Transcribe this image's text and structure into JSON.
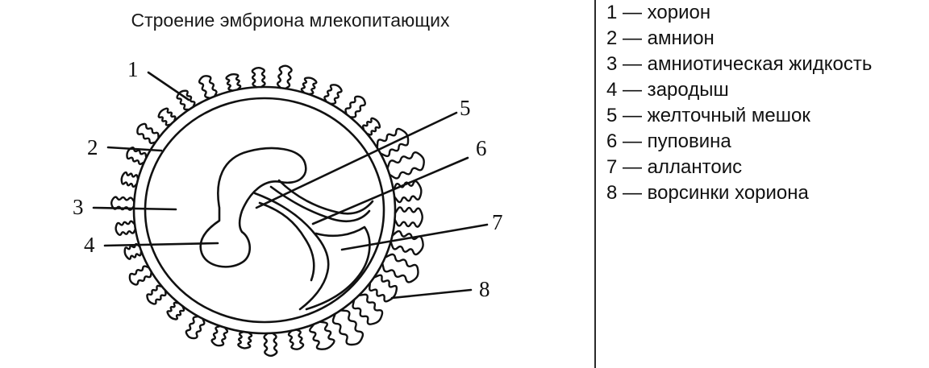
{
  "title": "Строение эмбриона млекопитающих",
  "labels": {
    "l1": "1",
    "l2": "2",
    "l3": "3",
    "l4": "4",
    "l5": "5",
    "l6": "6",
    "l7": "7",
    "l8": "8"
  },
  "legend": [
    "1 — хорион",
    "2 — амнион",
    "3 — амниотическая жидкость",
    "4 — зародыш",
    "5 — желточный мешок",
    "6 — пуповина",
    "7 — аллантоис",
    "8 — ворсинки хориона"
  ],
  "colors": {
    "ink": "#111111",
    "divider": "#2a2a2a",
    "background": "#ffffff"
  }
}
